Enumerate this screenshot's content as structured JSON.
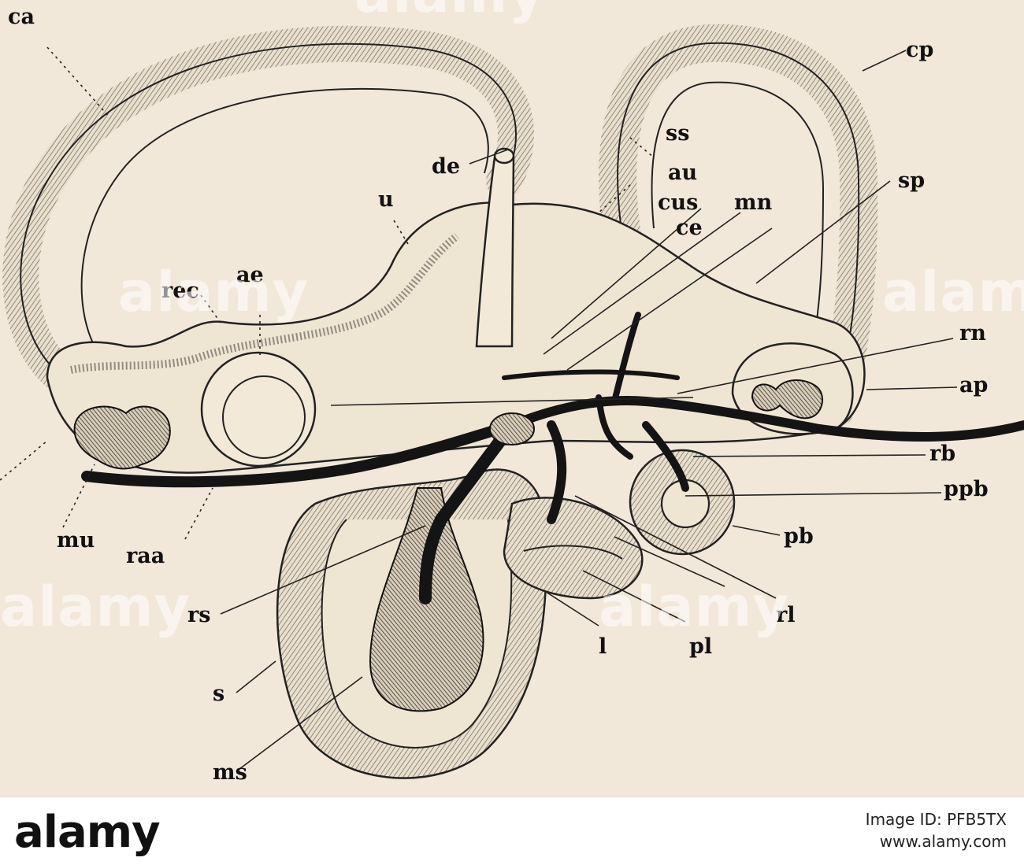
{
  "figure": {
    "labels": [
      {
        "id": "ca",
        "text": "ca"
      },
      {
        "id": "cp",
        "text": "cp"
      },
      {
        "id": "ss",
        "text": "ss"
      },
      {
        "id": "de",
        "text": "de"
      },
      {
        "id": "u",
        "text": "u"
      },
      {
        "id": "au",
        "text": "au"
      },
      {
        "id": "cus",
        "text": "cus"
      },
      {
        "id": "mn",
        "text": "mn"
      },
      {
        "id": "ce",
        "text": "ce"
      },
      {
        "id": "sp",
        "text": "sp"
      },
      {
        "id": "ae",
        "text": "ae"
      },
      {
        "id": "rec",
        "text": "rec"
      },
      {
        "id": "rn",
        "text": "rn"
      },
      {
        "id": "ap",
        "text": "ap"
      },
      {
        "id": "rb",
        "text": "rb"
      },
      {
        "id": "ppb",
        "text": "ppb"
      },
      {
        "id": "pb",
        "text": "pb"
      },
      {
        "id": "mu",
        "text": "mu"
      },
      {
        "id": "raa",
        "text": "raa"
      },
      {
        "id": "rs",
        "text": "rs"
      },
      {
        "id": "rl",
        "text": "rl"
      },
      {
        "id": "l",
        "text": "l"
      },
      {
        "id": "pl",
        "text": "pl"
      },
      {
        "id": "s",
        "text": "s"
      },
      {
        "id": "ms",
        "text": "ms"
      }
    ]
  },
  "watermark": {
    "text": "alamy"
  },
  "footer": {
    "brand": "alamy",
    "line1": "Image ID: PFB5TX",
    "line2": "www.alamy.com"
  },
  "colors": {
    "paper": "#f1e8d9",
    "ink": "#1a1a1a"
  }
}
